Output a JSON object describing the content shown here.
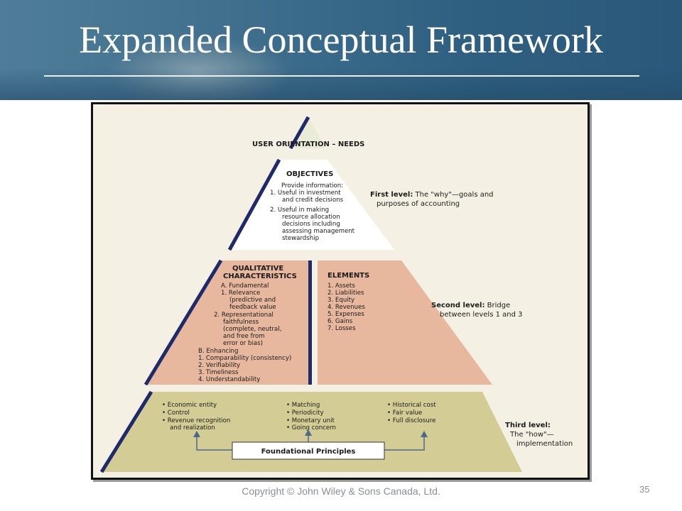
{
  "slide": {
    "title": "Expanded Conceptual Framework",
    "footer": "Copyright © John Wiley & Sons Canada, Ltd.",
    "page_number": "35"
  },
  "diagram": {
    "apex_label": "USER ORIENTATION – NEEDS",
    "objectives": {
      "heading": "OBJECTIVES",
      "lines": [
        "Provide information:",
        "1. Useful in investment",
        "and credit decisions",
        "2. Useful in making",
        "resource allocation",
        "decisions including",
        "assessing management",
        "stewardship"
      ]
    },
    "qualitative": {
      "heading_1": "QUALITATIVE",
      "heading_2": "CHARACTERISTICS",
      "lines": [
        "A. Fundamental",
        "1. Relevance",
        "(predictive and",
        "feedback value",
        "2. Representational",
        "faithfulness",
        "(complete, neutral,",
        "and free from",
        "error or bias)",
        "B. Enhancing",
        "1. Comparability (consistency)",
        "2. Verifiability",
        "3. Timeliness",
        "4. Understandability"
      ]
    },
    "elements": {
      "heading": "ELEMENTS",
      "items": [
        "1. Assets",
        "2. Liabilities",
        "3. Equity",
        "4. Revenues",
        "5. Expenses",
        "6. Gains",
        "7. Losses"
      ]
    },
    "foundation": {
      "col1": [
        "• Economic entity",
        "• Control",
        "• Revenue recognition",
        "and realization"
      ],
      "col2": [
        "• Matching",
        "• Periodicity",
        "• Monetary unit",
        "• Going concern"
      ],
      "col3": [
        "• Historical cost",
        "• Fair value",
        "• Full disclosure"
      ],
      "box_label": "Foundational Principles"
    },
    "levels": {
      "first_bold": "First level:",
      "first_rest": "The \"why\"—goals and",
      "first_line2": "purposes of accounting",
      "second_bold": "Second level:",
      "second_rest": "Bridge",
      "second_line2": "between levels 1 and 3",
      "third_bold": "Third level:",
      "third_line2": "The \"how\"—",
      "third_line3": "implementation"
    },
    "colors": {
      "navy": "#1f2a6b",
      "apex": "#e9ecd6",
      "objectives": "#ffffff",
      "middle": "#e7b89e",
      "base": "#d3cd95"
    }
  }
}
